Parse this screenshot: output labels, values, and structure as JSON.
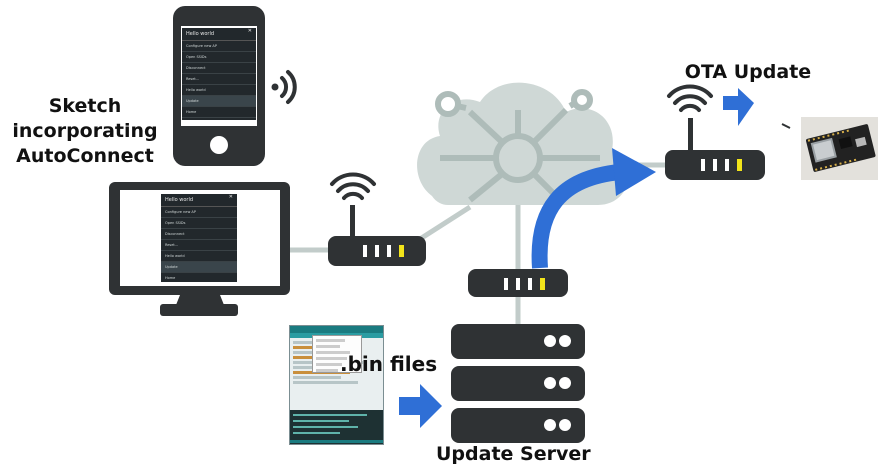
{
  "labels": {
    "sketch_line1": "Sketch",
    "sketch_line2": "incorporating",
    "sketch_line3": "AutoConnect",
    "ota_update": "OTA Update",
    "bin_files": ".bin files",
    "update_server": "Update Server"
  },
  "phone_screen": {
    "title": "Hello world",
    "close": "✕",
    "items": [
      "Configure new AP",
      "Open SSIDs",
      "Disconnect",
      "Reset...",
      "Hello world",
      "Update",
      "Home"
    ]
  },
  "monitor_screen": {
    "title": "Hello world",
    "close": "✕",
    "items": [
      "Configure new AP",
      "Open SSIDs",
      "Disconnect",
      "Reset...",
      "Hello world",
      "Update",
      "Home"
    ]
  },
  "colors": {
    "device_dark": "#2f3234",
    "cloud": "#cfd8d6",
    "cloud_network": "#aebcb9",
    "arrow_blue": "#2f6fd6",
    "led_yellow": "#f2e41a"
  },
  "icons": [
    "smartphone-icon",
    "monitor-icon",
    "router-icon",
    "cloud-network-icon",
    "server-rack-icon",
    "wifi-signal-icon",
    "arrow-icon",
    "esp8266-board-photo"
  ]
}
